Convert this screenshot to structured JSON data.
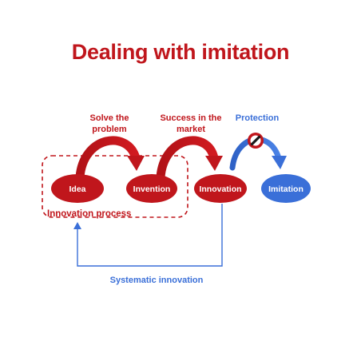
{
  "title": "Dealing with imitation",
  "nodes": {
    "idea": "Idea",
    "invention": "Invention",
    "innovation": "Innovation",
    "imitation": "Imitation"
  },
  "arrows": {
    "solve_line1": "Solve the",
    "solve_line2": "problem",
    "success_line1": "Success in the",
    "success_line2": "market",
    "protection": "Protection"
  },
  "group_label": "Innovation process",
  "feedback_label": "Systematic innovation",
  "colors": {
    "red": "#c0161c",
    "blue": "#3a6fd8",
    "white": "#ffffff"
  },
  "icons": {
    "blocked": "no-entry-icon"
  }
}
